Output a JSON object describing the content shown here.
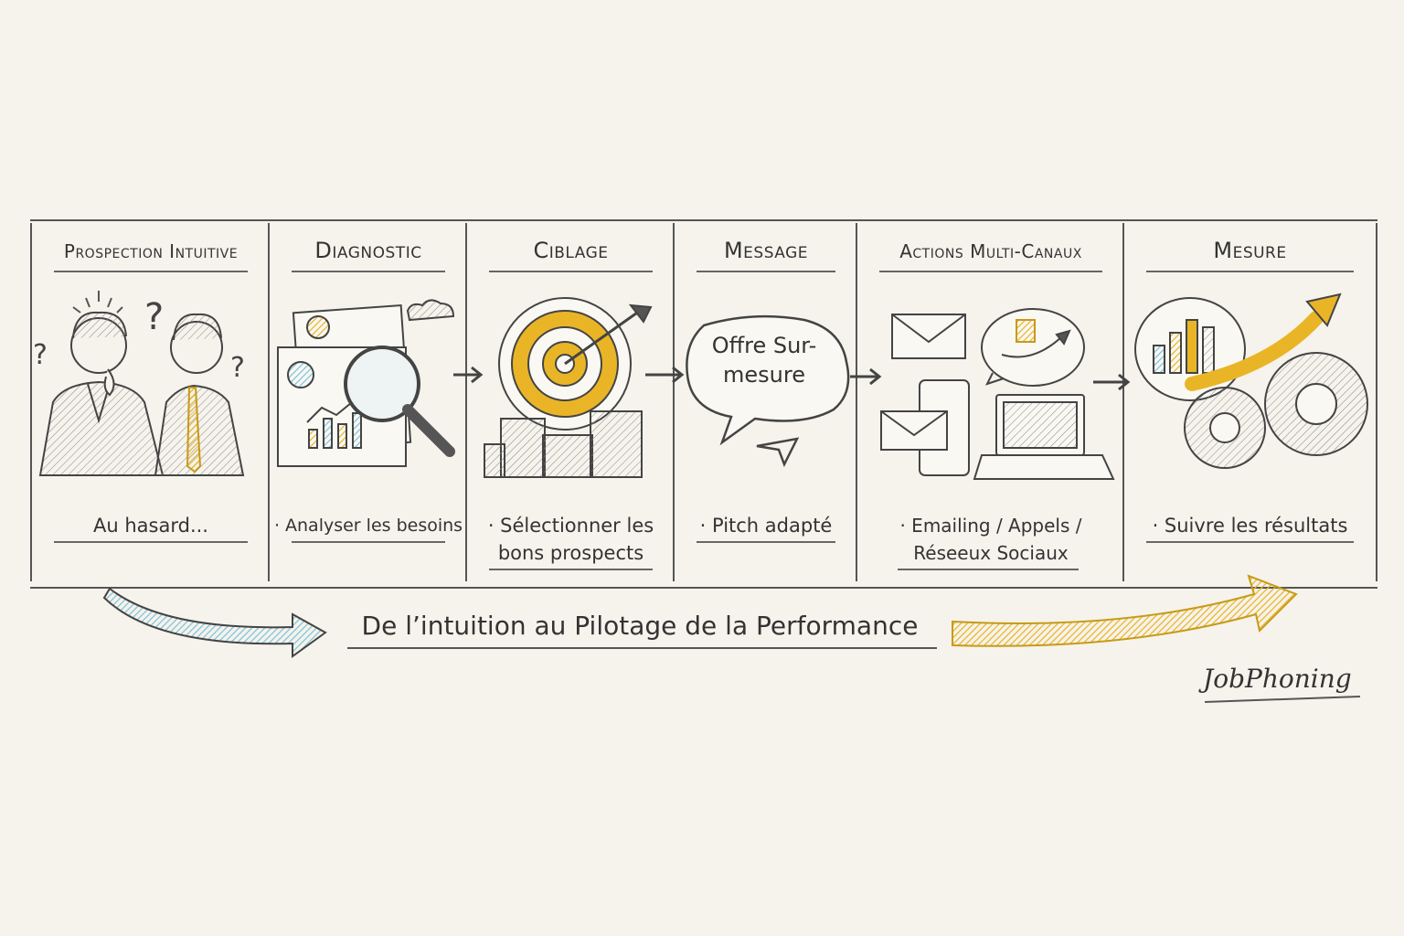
{
  "steps": [
    {
      "title": "Prospection Intuitive",
      "caption": "Au hasard..."
    },
    {
      "title": "Diagnostic",
      "caption": "· Analyser les besoins"
    },
    {
      "title": "Ciblage",
      "caption": "· Sélectionner les bons prospects"
    },
    {
      "title": "Message",
      "caption": "· Pitch adapté",
      "bubble": "Offre Sur-mesure"
    },
    {
      "title": "Actions Multi-Canaux",
      "caption": "· Emailing / Appels / Réseeux Sociaux"
    },
    {
      "title": "Mesure",
      "caption": "· Suivre les résultats"
    }
  ],
  "tagline": "De l’intuition au Pilotage de la Performance",
  "brand": "JobPhoning",
  "colors": {
    "ink": "#3a3a3a",
    "accent_yellow": "#e9b527",
    "accent_blue": "#7ec3dc",
    "paper": "#f6f3ec"
  }
}
